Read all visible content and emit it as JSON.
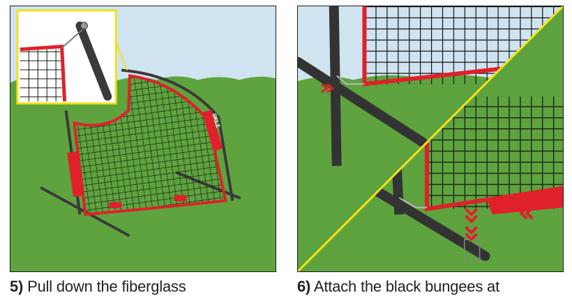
{
  "steps": [
    {
      "number": "5)",
      "text": "Pull down the fiberglass",
      "brand_label": "SKLZ",
      "colors": {
        "sky": "#cfe4f0",
        "grass": "#5ea33e",
        "frame_red": "#e0202a",
        "pole": "#3a3a3a",
        "callout_border": "#f2e21a"
      }
    },
    {
      "number": "6)",
      "text": "Attach the black bungees at",
      "colors": {
        "sky": "#cfe4f0",
        "grass": "#5ea33e",
        "frame_red": "#e0202a",
        "pole": "#3a3a3a",
        "divider": "#f2e21a"
      }
    }
  ]
}
